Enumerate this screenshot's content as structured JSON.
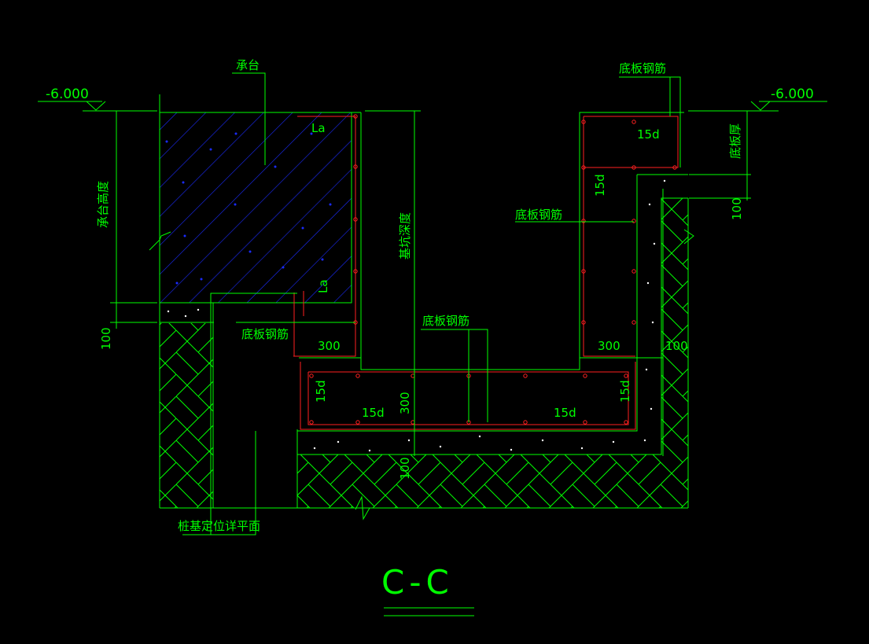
{
  "section_title": "C-C",
  "elevation_left": "-6.000",
  "elevation_right": "-6.000",
  "labels": {
    "pile_cap": "承台",
    "pile_cap_height": "承台高度",
    "base_rebar_top_right": "底板钢筋",
    "slab_thickness": "底板厚",
    "pit_depth": "基坑深度",
    "base_rebar_right_mid": "底板钢筋",
    "base_rebar_left": "底板钢筋",
    "base_rebar_bottom": "底板钢筋",
    "pile_location_note": "桩基定位详平面"
  },
  "dims": {
    "la_top": "La",
    "la_left": "La",
    "d15_top_right": "15d",
    "d15_right_vertical": "15d",
    "d15_left_vertical": "15d",
    "d15_bottom_left": "15d",
    "d15_bottom_right": "15d",
    "d15_right_lower": "15d",
    "dim300_left": "300",
    "dim300_right": "300",
    "dim300_mid": "300",
    "dim100_left": "100",
    "dim100_right_upper": "100",
    "dim100_right": "100",
    "dim100_bottom": "100"
  },
  "colors": {
    "line": "#00ff00",
    "rebar": "#ff2020",
    "hatch": "#1a2bff",
    "text": "#00ff00",
    "gravel": "#ffffff"
  }
}
